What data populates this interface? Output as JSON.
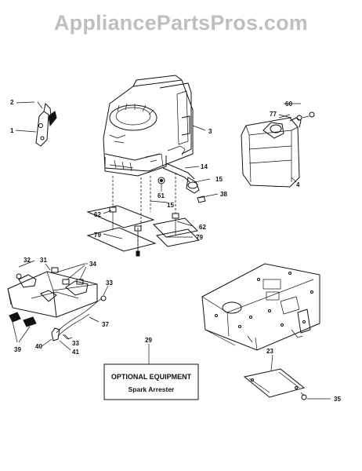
{
  "watermark": "AppliancePartsPros.com",
  "callouts": {
    "c1": "1",
    "c2": "2",
    "c3": "3",
    "c4": "4",
    "c14": "14",
    "c15a": "15",
    "c15b": "15",
    "c23": "23",
    "c29": "29",
    "c31": "31",
    "c32": "32",
    "c33a": "33",
    "c33b": "33",
    "c34": "34",
    "c35": "35",
    "c37": "37",
    "c38": "38",
    "c39": "39",
    "c40": "40",
    "c41": "41",
    "c60": "60",
    "c61": "61",
    "c62a": "62",
    "c62b": "62",
    "c77": "77",
    "c79a": "79",
    "c79b": "79"
  },
  "optional_box": {
    "title": "OPTIONAL EQUIPMENT",
    "subtitle": "Spark Arrester"
  }
}
